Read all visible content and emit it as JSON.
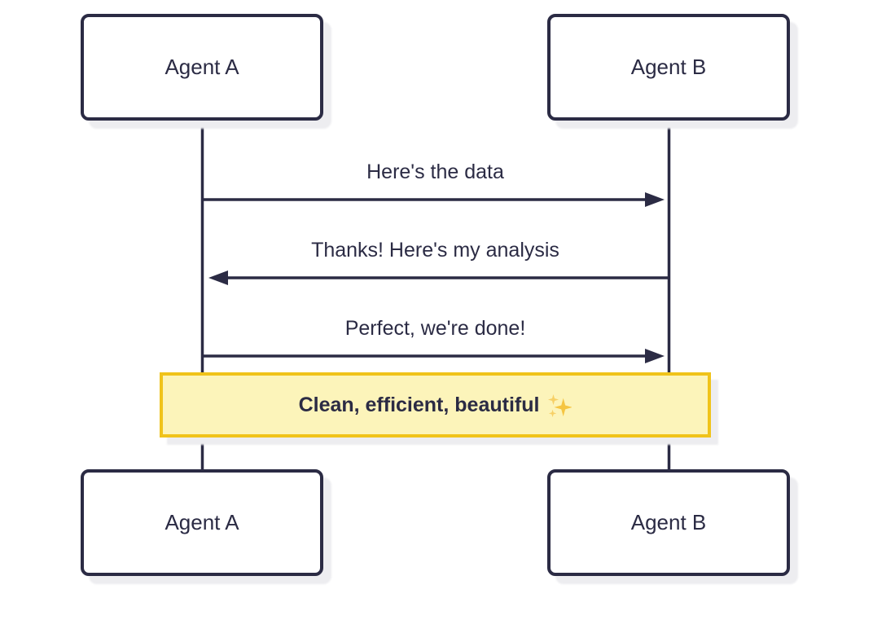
{
  "diagram": {
    "type": "sequence",
    "actors_top": [
      {
        "label": "Agent A"
      },
      {
        "label": "Agent B"
      }
    ],
    "actors_bottom": [
      {
        "label": "Agent A"
      },
      {
        "label": "Agent B"
      }
    ],
    "messages": [
      {
        "from": "Agent A",
        "to": "Agent B",
        "label": "Here's the data",
        "direction": "right"
      },
      {
        "from": "Agent B",
        "to": "Agent A",
        "label": "Thanks! Here's my analysis",
        "direction": "left"
      },
      {
        "from": "Agent A",
        "to": "Agent B",
        "label": "Perfect, we're done!",
        "direction": "right"
      }
    ],
    "note": {
      "text": "Clean, efficient, beautiful",
      "emoji": "✨"
    },
    "colors": {
      "ink": "#2b2b44",
      "background": "#ffffff",
      "shadow": "#ededf0",
      "note_background": "#fcf4ba",
      "note_border": "#f0c31a",
      "sparkle_gold": "#f5c542"
    }
  }
}
